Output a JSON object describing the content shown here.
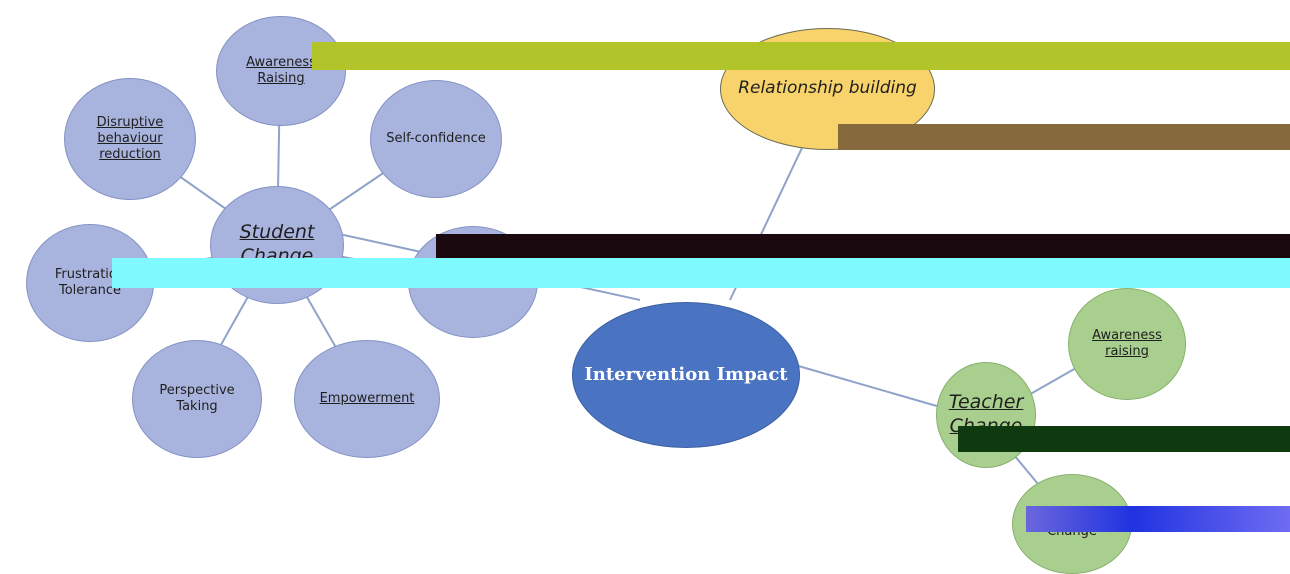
{
  "diagram": {
    "center": "Intervention Impact",
    "relationship": "Relationship building",
    "student_hub": "Student Change",
    "teacher_hub": "Teacher Change",
    "student_nodes": {
      "awareness": "Awareness Raising",
      "disruptive": "Disruptive behaviour reduction",
      "self_confidence": "Self-confidence",
      "frustration": "Frustration Tolerance",
      "perspective": "Perspective Taking",
      "empowerment": "Empowerment"
    },
    "teacher_nodes": {
      "awareness": "Awareness raising",
      "behaviour": "Behaviour Change"
    }
  },
  "colors": {
    "student_node": "#a8b4de",
    "teacher_node": "#a9cf8f",
    "relationship_node": "#f8d36b",
    "center_node": "#4a73c2",
    "connector": "#8fa3c8"
  }
}
